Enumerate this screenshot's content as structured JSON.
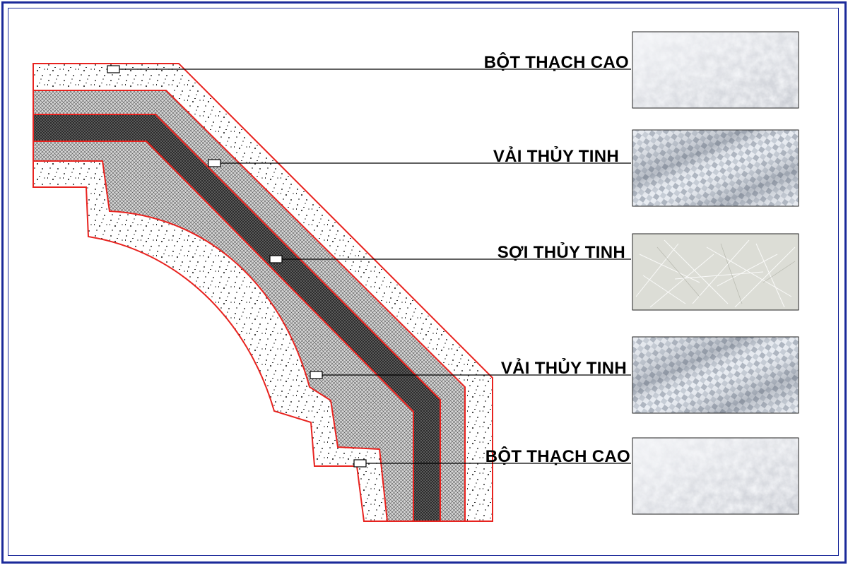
{
  "layers": [
    {
      "name": "BỘT THẠCH CAO",
      "texture": "plaster-powder"
    },
    {
      "name": "VẢI THỦY TINH",
      "texture": "woven-fiberglass"
    },
    {
      "name": "SỢI THỦY TINH",
      "texture": "chopped-fiberglass"
    },
    {
      "name": "VẢI THỦY TINH",
      "texture": "woven-fiberglass"
    },
    {
      "name": "BỘT THẠCH CAO",
      "texture": "plaster-powder"
    }
  ],
  "colors": {
    "frame": "#1b2a9a",
    "outline": "#e8231f",
    "plaster_fill": "#ffffff",
    "mesh_fill": "#cfcfcf",
    "core_fill": "#3a3a3a",
    "leader": "#000000"
  }
}
